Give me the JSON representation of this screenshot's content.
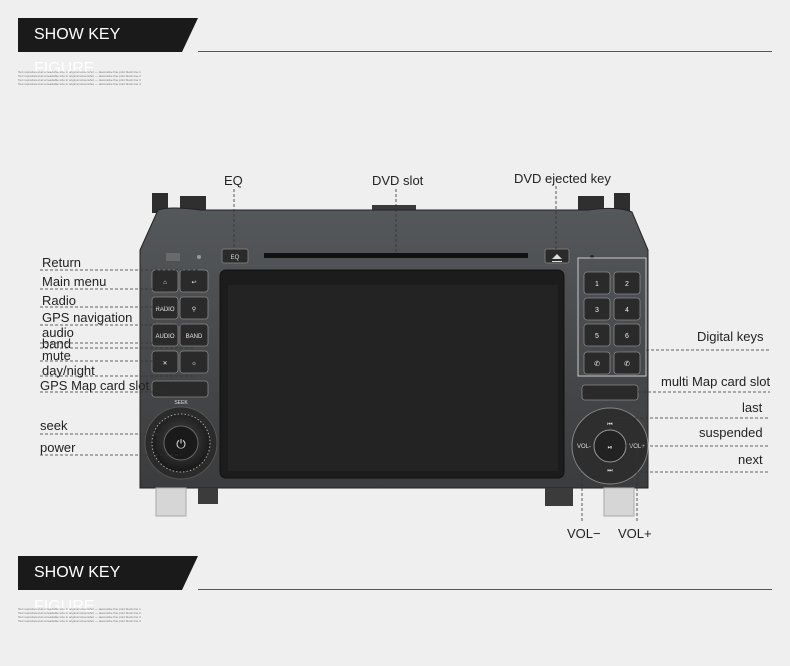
{
  "banner_top": {
    "title": "SHOW KEY FIGURE"
  },
  "banner_bottom": {
    "title": "SHOW KEY FIGURE"
  },
  "fine_print": [
    "Text reproduced at unreadable size in original screenshot — decorative fine print block line 1",
    "Text reproduced at unreadable size in original screenshot — decorative fine print block line 2",
    "Text reproduced at unreadable size in original screenshot — decorative fine print block line 3",
    "Text reproduced at unreadable size in original screenshot — decorative fine print block line 4"
  ],
  "callouts": {
    "eq": "EQ",
    "dvd_slot": "DVD slot",
    "dvd_eject": "DVD ejected key",
    "return": "Return",
    "main_menu": "Main menu",
    "radio": "Radio",
    "gps_nav": "GPS navigation",
    "audio": "audio",
    "band": "band",
    "mute": "mute",
    "day_night": "day/night",
    "gps_card": "GPS Map card slot",
    "seek": "seek",
    "power": "power",
    "digital_keys": "Digital keys",
    "multi_card": "multi Map card slot",
    "last": "last",
    "suspended": "suspended",
    "next": "next",
    "vol_minus": "VOL−",
    "vol_plus": "VOL+"
  },
  "device_buttons": {
    "eq_button": "EQ",
    "radio_button": "RADIO",
    "audio_button": "AUDIO",
    "band_button": "BAND",
    "seek_label": "SEEK",
    "digits": [
      "1",
      "2",
      "3",
      "4",
      "5",
      "6"
    ],
    "vol_minus_button": "VOL-",
    "vol_plus_button": "VOL+"
  }
}
